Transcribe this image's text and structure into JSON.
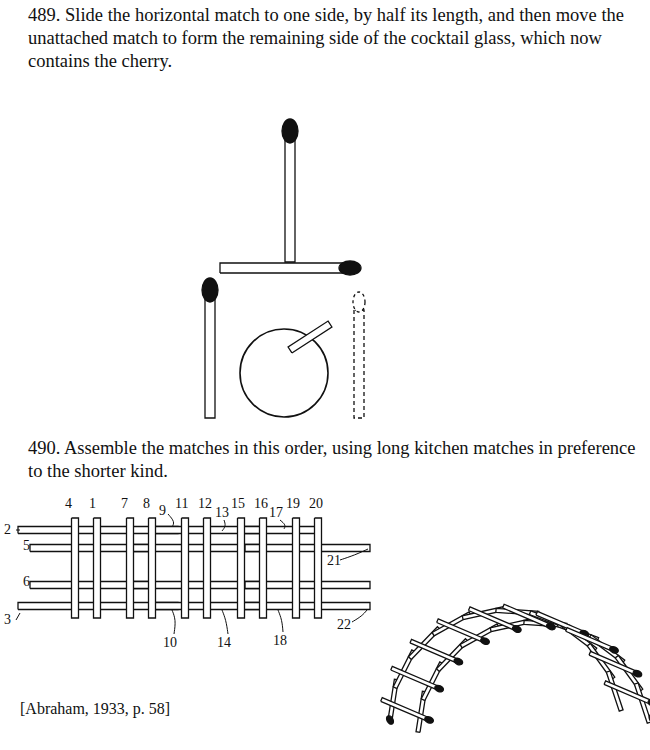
{
  "diagram": {
    "labels": [
      "489. Slide the horizontal match to one side, by half its length, and then move the unattached match to form the remaining side of the cocktail glass, which now contains the cherry.",
      "490. Assemble the matches in this order, using long kitchen matches in preference to the shorter kind.",
      "4",
      "1",
      "7",
      "8",
      "9",
      "11",
      "12",
      "13",
      "15",
      "16",
      "17",
      "19",
      "20",
      "21",
      "2",
      "5",
      "6",
      "3",
      "10",
      "14",
      "18",
      "22",
      "[Abraham, 1933, p. 58]"
    ]
  }
}
